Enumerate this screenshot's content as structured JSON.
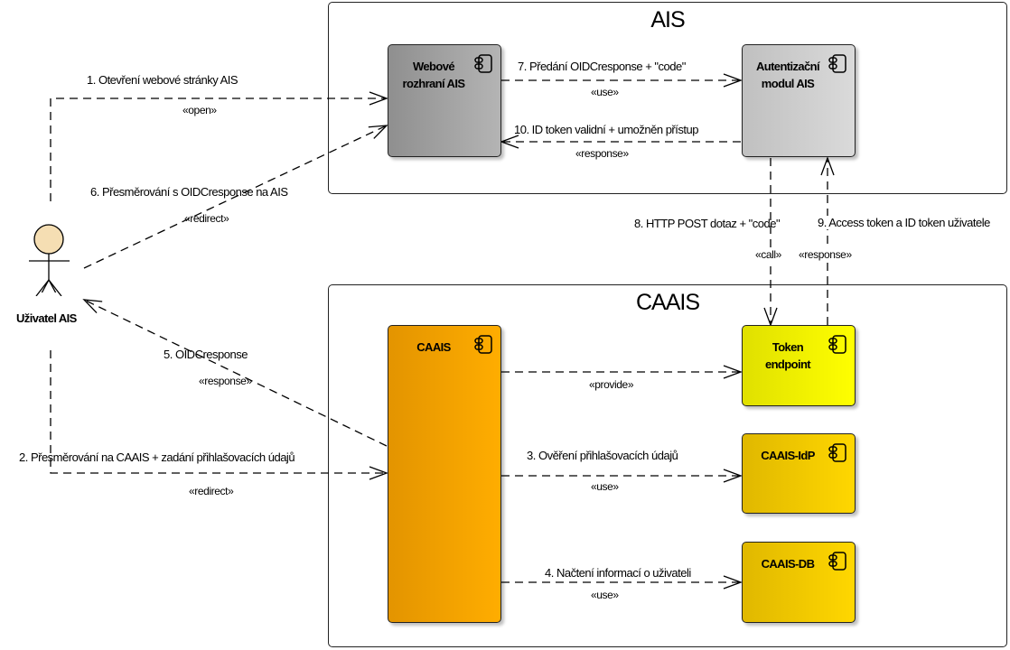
{
  "diagram": {
    "type": "UML component diagram",
    "actor": {
      "name": "Uživatel AIS",
      "fill": "#f5deb3"
    },
    "packages": [
      {
        "id": "ais",
        "title": "AIS"
      },
      {
        "id": "caais",
        "title": "CAAIS"
      }
    ],
    "components": [
      {
        "id": "webove",
        "name": "Webové rozhraní AIS",
        "lines": [
          "Webové",
          "rozhraní AIS"
        ],
        "package": "ais",
        "color_from": "#8f8f8f",
        "color_to": "#b4b4b4"
      },
      {
        "id": "autent",
        "name": "Autentizační modul AIS",
        "lines": [
          "Autentizační",
          "modul AIS"
        ],
        "package": "ais",
        "color_from": "#c0c0c0",
        "color_to": "#dadada"
      },
      {
        "id": "caais",
        "name": "CAAIS",
        "lines": [
          "CAAIS"
        ],
        "package": "caais",
        "color_from": "#e39400",
        "color_to": "#ffad00"
      },
      {
        "id": "token",
        "name": "Token endpoint",
        "lines": [
          "Token",
          "endpoint"
        ],
        "package": "caais",
        "color_from": "#e0e000",
        "color_to": "#ffff00"
      },
      {
        "id": "idp",
        "name": "CAAIS-IdP",
        "lines": [
          "CAAIS-IdP"
        ],
        "package": "caais",
        "color_from": "#e0b800",
        "color_to": "#ffd700"
      },
      {
        "id": "db",
        "name": "CAAIS-DB",
        "lines": [
          "CAAIS-DB"
        ],
        "package": "caais",
        "color_from": "#e0b800",
        "color_to": "#ffd700"
      }
    ],
    "connectors": [
      {
        "id": "c1",
        "from": "actor",
        "to": "webove",
        "label": "1. Otevření webové stránky AIS",
        "stereotype": "«open»"
      },
      {
        "id": "c2",
        "from": "actor",
        "to": "caais",
        "label": "2. Přesměrování na CAAIS + zadání přihlašovacích údajů",
        "stereotype": "«redirect»"
      },
      {
        "id": "c3",
        "from": "caais",
        "to": "idp",
        "label": "3. Ověření přihlašovacích údajů",
        "stereotype": "«use»"
      },
      {
        "id": "c4",
        "from": "caais",
        "to": "db",
        "label": "4. Načtení informací o uživateli",
        "stereotype": "«use»"
      },
      {
        "id": "c5",
        "from": "caais",
        "to": "actor",
        "label": "5. OIDCresponse",
        "stereotype": "«response»"
      },
      {
        "id": "c6",
        "from": "actor",
        "to": "webove",
        "label": "6. Přesměrování s OIDCresponse na AIS",
        "stereotype": "«redirect»"
      },
      {
        "id": "c7",
        "from": "webove",
        "to": "autent",
        "label": "7. Předání OIDCresponse + \"code\"",
        "stereotype": "«use»"
      },
      {
        "id": "c8",
        "from": "autent",
        "to": "token",
        "label": "8. HTTP POST dotaz + \"code\"",
        "stereotype": "«call»"
      },
      {
        "id": "c9",
        "from": "token",
        "to": "autent",
        "label": "9. Access token a ID token uživatele",
        "stereotype": "«response»"
      },
      {
        "id": "c10",
        "from": "autent",
        "to": "webove",
        "label": "10. ID token validní + umožněn přístup",
        "stereotype": "«response»"
      },
      {
        "id": "cp",
        "from": "caais",
        "to": "token",
        "label": "",
        "stereotype": "«provide»"
      }
    ]
  }
}
